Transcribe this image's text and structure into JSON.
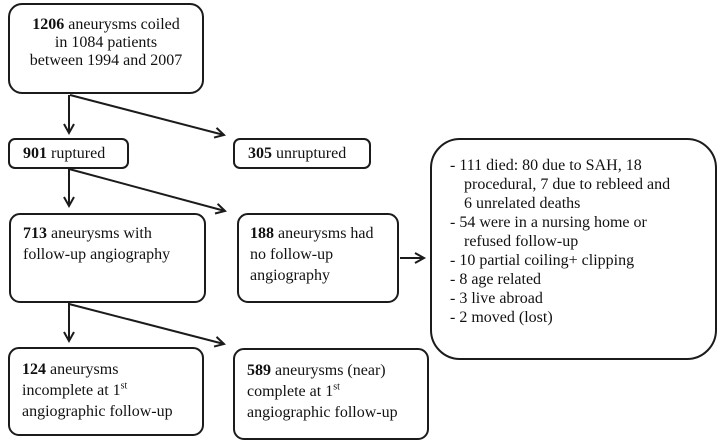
{
  "figure": {
    "colors": {
      "stroke": "#1b1b1b",
      "background": "#ffffff",
      "text": "#111111"
    },
    "boxes": {
      "coiled": {
        "number": "1206",
        "line1_rest": " aneurysms coiled",
        "line2": "in 1084 patients",
        "line3": "between 1994 and 2007"
      },
      "ruptured": {
        "number": "901",
        "label": " ruptured"
      },
      "unruptured": {
        "number": "305",
        "label": " unruptured"
      },
      "followup": {
        "number": "713",
        "line1_rest": " aneurysms with",
        "line2": "follow-up angiography"
      },
      "no_followup": {
        "number": "188",
        "line1_rest": " aneurysms had",
        "line2": "no follow-up",
        "line3": "angiography"
      },
      "reasons": {
        "lines": [
          "- 111 died: 80 due to SAH, 18",
          "procedural, 7 due to rebleed and",
          "6 unrelated deaths",
          "- 54 were in a nursing home or",
          "refused follow-up",
          "- 10 partial coiling+ clipping",
          "- 8 age related",
          "- 3 live abroad",
          "- 2 moved (lost)"
        ]
      },
      "incomplete": {
        "number": "124",
        "line1_rest": " aneurysms",
        "line2": "incomplete at 1",
        "line2_sup": "st",
        "line3": "angiographic follow-up"
      },
      "complete": {
        "number": "589",
        "line1_rest": " aneurysms (near)",
        "line2": "complete at 1",
        "line2_sup": "st",
        "line3": "angiographic follow-up"
      }
    }
  }
}
